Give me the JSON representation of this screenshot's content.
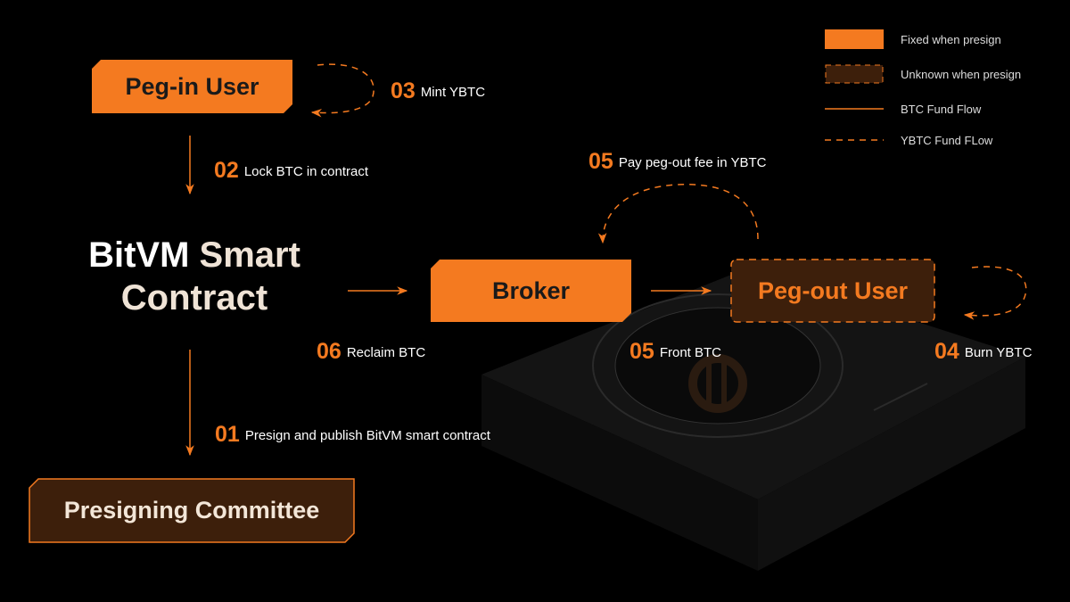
{
  "colors": {
    "accent": "#f47a20",
    "unknown_fill": "#3d1f0b",
    "background": "#000000"
  },
  "legend": [
    {
      "label": "Fixed when presign"
    },
    {
      "label": "Unknown when presign"
    },
    {
      "label": "BTC Fund Flow"
    },
    {
      "label": "YBTC Fund FLow"
    }
  ],
  "nodes": {
    "pegin_user": "Peg-in User",
    "contract_line1_a": "BitVM",
    "contract_line1_b": "Smart",
    "contract_line2": "Contract",
    "broker": "Broker",
    "pegout_user": "Peg-out User",
    "committee": "Presigning Committee"
  },
  "steps": [
    {
      "num": "03",
      "text": "Mint YBTC"
    },
    {
      "num": "02",
      "text": "Lock BTC in contract"
    },
    {
      "num": "05",
      "text": "Pay peg-out fee in YBTC"
    },
    {
      "num": "06",
      "text": "Reclaim BTC"
    },
    {
      "num": "05",
      "text": "Front BTC"
    },
    {
      "num": "04",
      "text": "Burn YBTC"
    },
    {
      "num": "01",
      "text": "Presign and publish BitVM smart contract"
    }
  ]
}
